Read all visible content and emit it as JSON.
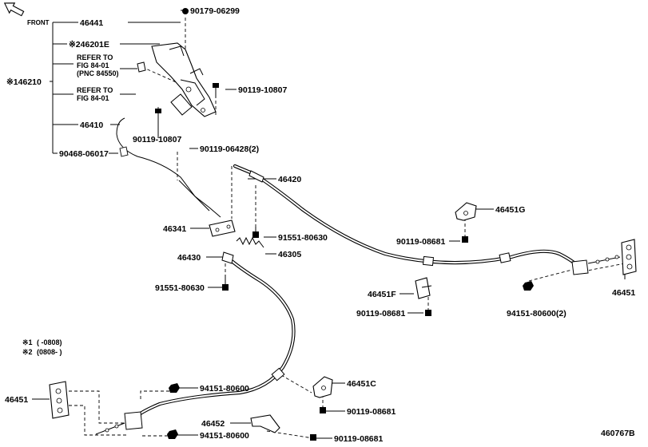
{
  "diagram": {
    "front_label": "FRONT",
    "code": "460767B",
    "notes": [
      {
        "mark": "※1",
        "range": "(      -0808)"
      },
      {
        "mark": "※2",
        "range": "(0808-      )"
      }
    ],
    "labels": {
      "p46441": "46441",
      "p90179": "90179-06299",
      "p46201": "※246201E",
      "ref1a": "REFER TO",
      "ref1b": "FIG 84-01",
      "ref1c": "(PNC 84550)",
      "ref2a": "REFER TO",
      "ref2b": "FIG 84-01",
      "p46210": "※146210",
      "p90119_10807a": "90119-10807",
      "p46410": "46410",
      "p90119_10807b": "90119-10807",
      "p90468": "90468-06017",
      "p90119_06428": "90119-06428(2)",
      "p46420": "46420",
      "p46341": "46341",
      "p91551a": "91551-80630",
      "p46305": "46305",
      "p46430": "46430",
      "p91551b": "91551-80630",
      "p46451G": "46451G",
      "p90119_08681a": "90119-08681",
      "p46451F": "46451F",
      "p90119_08681b": "90119-08681",
      "p46451_right": "46451",
      "p94151_2": "94151-80600(2)",
      "p46451_left": "46451",
      "p94151a": "94151-80600",
      "p46451C": "46451C",
      "p90119_08681c": "90119-08681",
      "p46452": "46452",
      "p94151b": "94151-80600",
      "p90119_08681d": "90119-08681"
    }
  }
}
